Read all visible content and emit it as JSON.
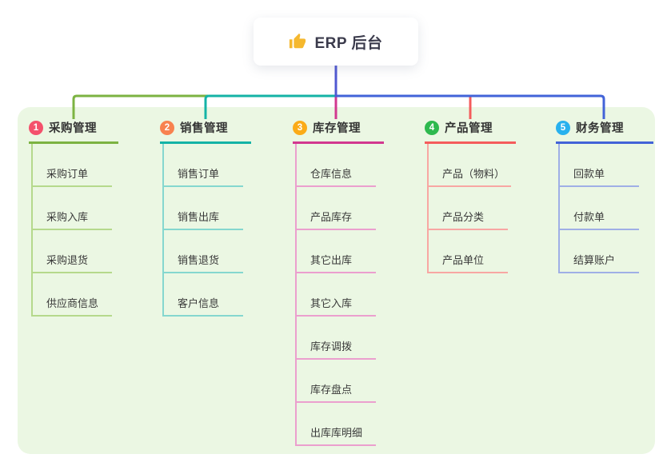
{
  "theme": {
    "page_bg": "#ffffff",
    "panel_bg": "#ebf7e3",
    "root_card_bg": "#ffffff",
    "stem_color": "#5058d2"
  },
  "root": {
    "title": "ERP 后台",
    "icon": "thumbs-up",
    "icon_color": "#f5b82e"
  },
  "branches": [
    {
      "number": "1",
      "title": "采购管理",
      "badge": "#f4516c",
      "line": "#7cb342",
      "tint": "#b5d98c",
      "children": [
        "采购订单",
        "采购入库",
        "采购退货",
        "供应商信息"
      ]
    },
    {
      "number": "2",
      "title": "销售管理",
      "badge": "#f8824f",
      "line": "#14b3a6",
      "tint": "#85d7cf",
      "children": [
        "销售订单",
        "销售出库",
        "销售退货",
        "客户信息"
      ]
    },
    {
      "number": "3",
      "title": "库存管理",
      "badge": "#fbab18",
      "line": "#d2388f",
      "tint": "#eb9fce",
      "children": [
        "仓库信息",
        "产品库存",
        "其它出库",
        "其它入库",
        "库存调拨",
        "库存盘点",
        "出库库明细"
      ]
    },
    {
      "number": "4",
      "title": "产品管理",
      "badge": "#2eb94e",
      "line": "#f45c5c",
      "tint": "#f8a7a3",
      "children": [
        "产品（物料）",
        "产品分类",
        "产品单位"
      ]
    },
    {
      "number": "5",
      "title": "财务管理",
      "badge": "#28b1ee",
      "line": "#4263d8",
      "tint": "#9fafe6",
      "children": [
        "回款单",
        "付款单",
        "结算账户"
      ]
    }
  ]
}
